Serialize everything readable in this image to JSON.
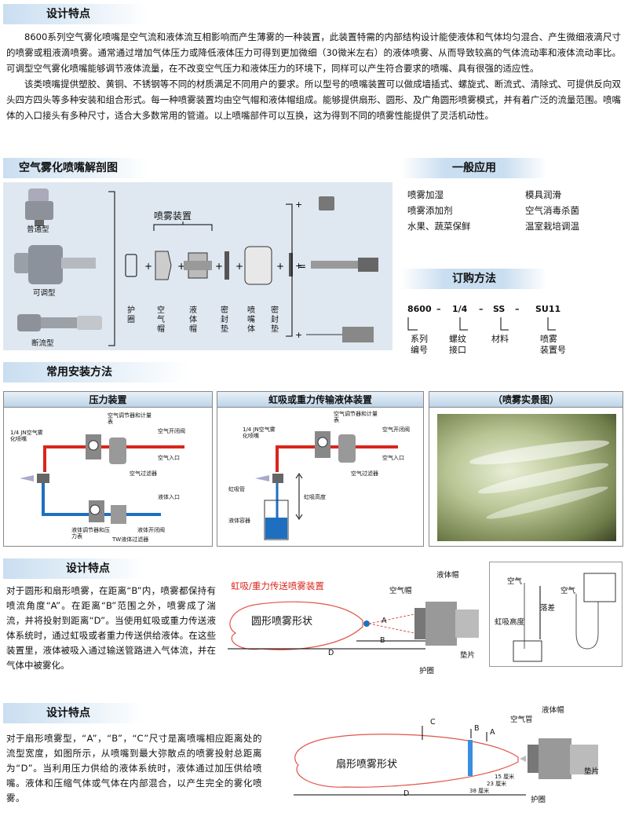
{
  "section1": {
    "title": "设计特点",
    "p1": "8600系列空气雾化喷嘴是空气流和液体流互相影响而产生薄雾的一种装置，此装置特需的内部结构设计能使液体和气体均匀混合、产生微细液滴尺寸的喷雾或粗液滴喷雾。通常通过增加气体压力或降低液体压力可得到更加微细（30微米左右）的液体喷雾、从而导致较高的气体流动率和液体流动率比。可调型空气雾化喷嘴能够调节液体流量，在不改变空气压力和液体压力的环境下，同样可以产生符合要求的喷嘴、具有很强的适应性。",
    "p2": "该类喷嘴提供塑胶、黄铜、不锈钢等不同的材质满足不同用户的要求。所以型号的喷嘴装置可以做成墙插式、螺旋式、断流式、清除式、可提供反向双头四方四头等多种安装和组合形式。每一种喷雾装置均由空气帽和液体帽组成。能够提供扇形、圆形、及广角圆形喷雾模式，并有着广泛的流量范围。喷嘴体的入口接头有多种尺寸，适合大多数常用的管道。以上喷嘴部件可以互换，这为得到不同的喷雾性能提供了灵活机动性。"
  },
  "section2": {
    "title": "空气雾化喷嘴解剖图",
    "spray_device": "喷雾装置",
    "types": [
      "普通型",
      "可调型",
      "断流型"
    ],
    "parts": [
      "护圈",
      "空气帽",
      "液体帽",
      "密封垫",
      "喷嘴体",
      "密封垫"
    ]
  },
  "applications": {
    "title": "一般应用",
    "items": [
      "喷雾加湿",
      "模具润滑",
      "喷雾添加剂",
      "空气消毒杀菌",
      "水果、蔬菜保鲜",
      "温室栽培调温"
    ]
  },
  "ordering": {
    "title": "订购方法",
    "codes": [
      "8600",
      "–",
      "1/4",
      "–",
      "SS",
      "–",
      "SU11"
    ],
    "labels": [
      [
        "系列",
        "编号"
      ],
      [
        "螺纹",
        "接口"
      ],
      [
        "材料"
      ],
      [
        "喷雾",
        "装置号"
      ]
    ]
  },
  "install": {
    "title": "常用安装方法",
    "panels": [
      "压力装置",
      "虹吸或重力传输液体装置",
      "（喷雾实景图）"
    ],
    "p1_tags": [
      "空气调节器和计量表",
      "空气开闭阀",
      "1/4 JN空气雾化喷嘴",
      "空气入口",
      "空气过滤器",
      "液体入口",
      "液体调节器和压力表",
      "液体开闭阀",
      "TW液体过滤器"
    ],
    "p2_tags": [
      "空气调节器和计量表",
      "空气开闭阀",
      "1/4 JN空气雾化喷嘴",
      "空气入口",
      "空气过滤器",
      "虹吸管",
      "虹吸高度",
      "液体容器"
    ]
  },
  "section3": {
    "title": "设计特点",
    "text": "对于圆形和扇形喷雾，在距离“B”内，喷雾都保持有喷流角度“A”。在距离“B”范围之外，喷雾成了湍流，并将投射到距离“D”。当使用虹吸或重力传送液体系统时，通过虹吸或者重力传送供给液体。在这些装置里，液体被吸入通过输送管路进入气体流，并在气体中被雾化。",
    "diagram_title": "虹吸/重力传送喷雾装置",
    "shape": "圆形喷雾形状",
    "labels": {
      "liquid_cap": "液体帽",
      "air_cap": "空气帽",
      "a": "A",
      "b": "B",
      "d": "D",
      "gasket": "垫片",
      "ring": "护圈"
    },
    "inset": {
      "air1": "空气",
      "air2": "空气",
      "drop": "落差",
      "height": "虹吸高度"
    }
  },
  "section4": {
    "title": "设计特点",
    "text": "对于扇形喷雾型，“A”，“B”，“C”尺寸是离喷嘴相应距离处的流型宽度，如图所示，从喷嘴到最大弥散点的喷雾投射总距离为“D”。当利用压力供给的液体系统时，液体通过加压供给喷嘴。液体和压缩气体或气体在内部混合，以产生完全的雾化喷雾。",
    "shape": "扇形喷雾形状",
    "labels": {
      "c": "C",
      "b": "B",
      "a": "A",
      "air_cap": "空气冒",
      "liquid_cap": "液体帽",
      "gasket": "垫片",
      "ring": "护圈",
      "d": "D",
      "d1": "15 厘米",
      "d2": "23 厘米",
      "d3": "38 厘米"
    }
  },
  "colors": {
    "header": "#c9def0",
    "air": "#d9261c",
    "liquid": "#1e6fc0",
    "cloud": "#e0554a"
  }
}
